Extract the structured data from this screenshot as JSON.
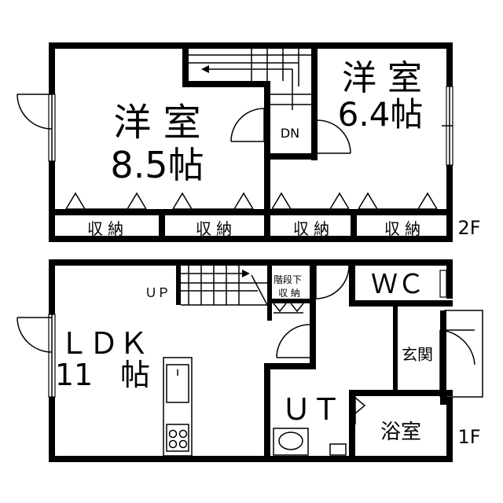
{
  "floor2": {
    "level": "2F",
    "bedroom_a": {
      "name": "洋 室",
      "size": "8.5帖"
    },
    "bedroom_b": {
      "name": "洋 室",
      "size": "6.4帖"
    },
    "stair_label": "DN",
    "storage": [
      "収 納",
      "収 納",
      "収 納",
      "収 納"
    ]
  },
  "floor1": {
    "level": "1F",
    "ldk": {
      "name": "ＬＤＫ",
      "size_num": "11",
      "size_unit": "帖"
    },
    "stair_label": "ＵＰ",
    "under_stair_line1": "階段下",
    "under_stair_line2": "収 納",
    "wc": "ＷＣ",
    "entrance": "玄関",
    "utility": "ＵＴ",
    "bath": "浴室"
  }
}
